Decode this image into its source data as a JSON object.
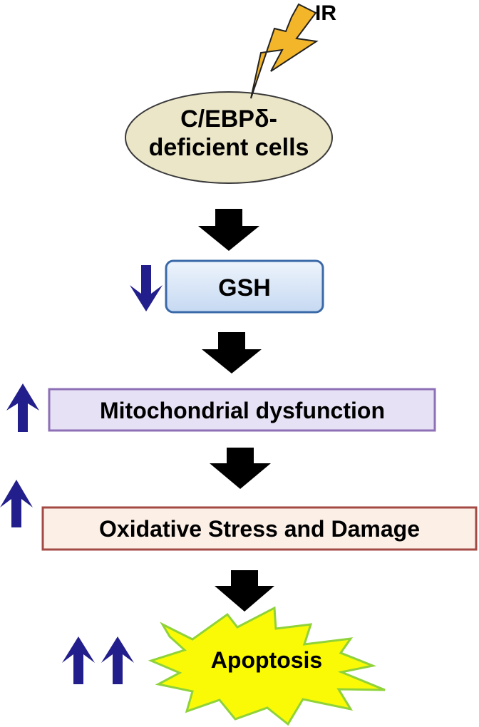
{
  "diagram": {
    "stimulus_label": "IR",
    "cells_line1": "C/EBPδ-",
    "cells_line2": "deficient cells",
    "steps": {
      "gsh": "GSH",
      "mito": "Mitochondrial dysfunction",
      "oxidative": "Oxidative Stress and Damage",
      "apoptosis": "Apoptosis"
    },
    "changes": {
      "gsh": "decrease",
      "mito": "increase",
      "oxidative": "increase",
      "apoptosis": "strong increase"
    }
  },
  "colors": {
    "cells_fill": "#ebe6c8",
    "gsh_fill": "#d3e3f6",
    "gsh_border": "#3a69a8",
    "mito_fill": "#e6e1f4",
    "mito_border": "#8e70b6",
    "oxidative_fill": "#fbefe6",
    "oxidative_border": "#a34a44",
    "apoptosis_fill": "#fafa06",
    "apoptosis_border": "#8fd23a",
    "bolt_fill": "#f3b52a",
    "indicator_arrow": "#221e8c",
    "flow_arrow": "#000000"
  }
}
